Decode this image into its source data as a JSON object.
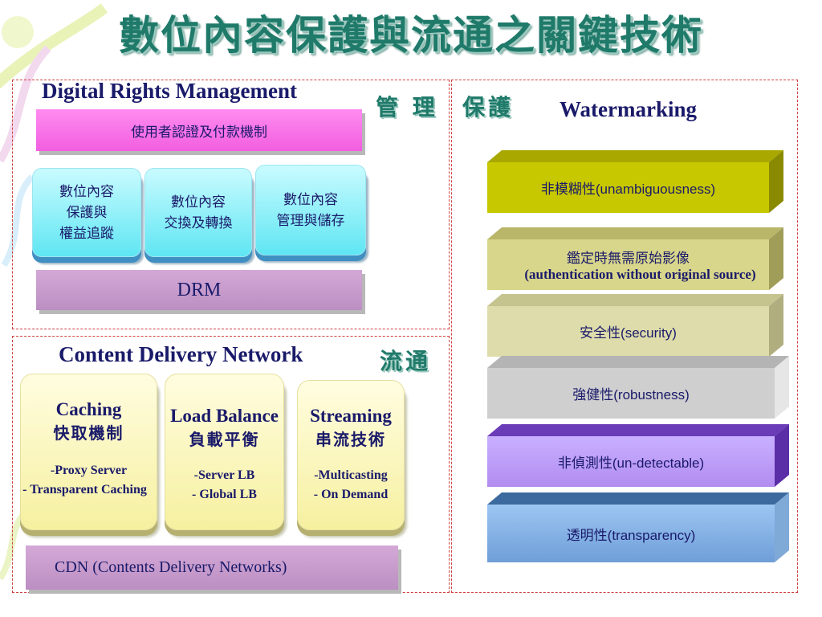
{
  "title": "數位內容保護與流通之關鍵技術",
  "drm": {
    "heading": "Digital Rights Management",
    "auth_bar": "使用者認證及付款機制",
    "boxes": [
      {
        "line1": "數位內容",
        "line2": "保護與",
        "line3": "權益追蹤"
      },
      {
        "line1": "數位內容",
        "line2": "交換及轉換"
      },
      {
        "line1": "數位內容",
        "line2": "管理與儲存"
      }
    ],
    "bar": "DRM"
  },
  "cjk_labels": {
    "management": "管 理",
    "protection": "保護",
    "delivery": "流通"
  },
  "cdn": {
    "heading": "Content Delivery Network",
    "boxes": [
      {
        "title": "Caching",
        "cjk": "快取機制",
        "items": [
          "-Proxy Server",
          "- Transparent Caching"
        ]
      },
      {
        "title": "Load Balance",
        "cjk": "負載平衡",
        "items": [
          "-Server LB",
          "- Global LB"
        ]
      },
      {
        "title": "Streaming",
        "cjk": "串流技術",
        "items": [
          "-Multicasting",
          "- On Demand"
        ]
      }
    ],
    "bar": "CDN (Contents Delivery Networks)"
  },
  "watermarking": {
    "heading": "Watermarking",
    "layers": [
      {
        "text": "非模糊性(unambiguousness)",
        "color": "#c8c800"
      },
      {
        "line1": "鑑定時無需原始影像",
        "line2": "(authentication without original source)",
        "color": "#d8d68a"
      },
      {
        "text": "安全性(security)",
        "color": "#dedcaa"
      },
      {
        "text": "強健性(robustness)",
        "color": "#cfcfcf"
      },
      {
        "text": "非偵測性(un-detectable)",
        "color": "#b28cf0"
      },
      {
        "text": "透明性(transparency)",
        "color": "#7faee6"
      }
    ]
  }
}
